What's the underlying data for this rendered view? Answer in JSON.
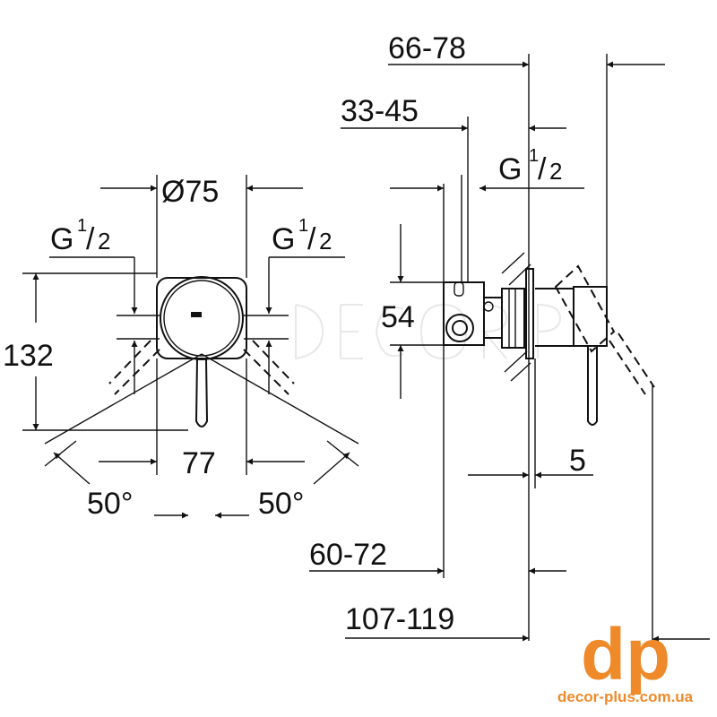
{
  "watermark": "DECOR PLUS",
  "front_view": {
    "diameter": "Ø75",
    "thread_left": {
      "g": "G",
      "num": "1",
      "den": "2"
    },
    "thread_right": {
      "g": "G",
      "num": "1",
      "den": "2"
    },
    "height": "132",
    "width": "77",
    "angle_left": "50°",
    "angle_right": "50°"
  },
  "side_view": {
    "depth_total_front": "66-78",
    "depth_body": "33-45",
    "thread": {
      "g": "G",
      "num": "1",
      "den": "2"
    },
    "body_height": "54",
    "plate": "5",
    "depth_rear": "60-72",
    "depth_total": "107-119"
  },
  "logo": {
    "mark": "dp",
    "url": "decor-plus.com.ua",
    "color": "#ee8a2a"
  }
}
